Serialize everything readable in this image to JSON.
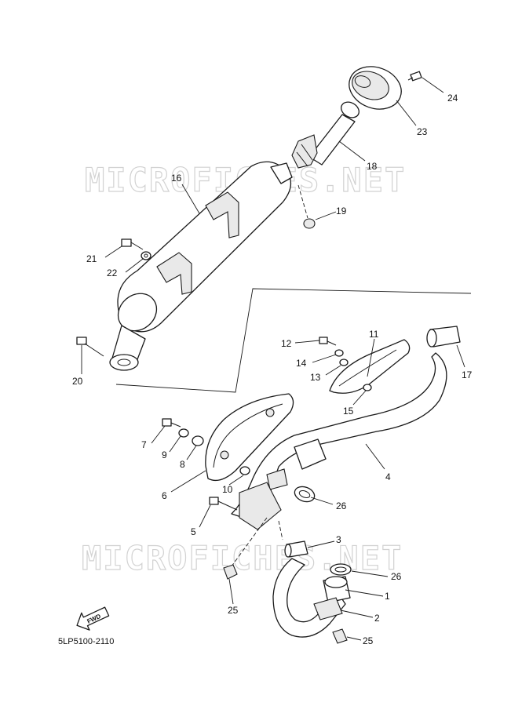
{
  "watermark": "MICROFICHES.NET",
  "diagram_code": "5LP5100-2110",
  "fwd_label": "FWD",
  "callouts": [
    {
      "id": "c24",
      "label": "24"
    },
    {
      "id": "c23",
      "label": "23"
    },
    {
      "id": "c18",
      "label": "18"
    },
    {
      "id": "c19",
      "label": "19"
    },
    {
      "id": "c16",
      "label": "16"
    },
    {
      "id": "c21",
      "label": "21"
    },
    {
      "id": "c22",
      "label": "22"
    },
    {
      "id": "c20",
      "label": "20"
    },
    {
      "id": "c12",
      "label": "12"
    },
    {
      "id": "c11",
      "label": "11"
    },
    {
      "id": "c14",
      "label": "14"
    },
    {
      "id": "c13",
      "label": "13"
    },
    {
      "id": "c15",
      "label": "15"
    },
    {
      "id": "c17",
      "label": "17"
    },
    {
      "id": "c4",
      "label": "4"
    },
    {
      "id": "c7",
      "label": "7"
    },
    {
      "id": "c9",
      "label": "9"
    },
    {
      "id": "c8",
      "label": "8"
    },
    {
      "id": "c6",
      "label": "6"
    },
    {
      "id": "c10",
      "label": "10"
    },
    {
      "id": "c26a",
      "label": "26"
    },
    {
      "id": "c5",
      "label": "5"
    },
    {
      "id": "c3",
      "label": "3"
    },
    {
      "id": "c26b",
      "label": "26"
    },
    {
      "id": "c1",
      "label": "1"
    },
    {
      "id": "c2",
      "label": "2"
    },
    {
      "id": "c25a",
      "label": "25"
    },
    {
      "id": "c25b",
      "label": "25"
    }
  ]
}
